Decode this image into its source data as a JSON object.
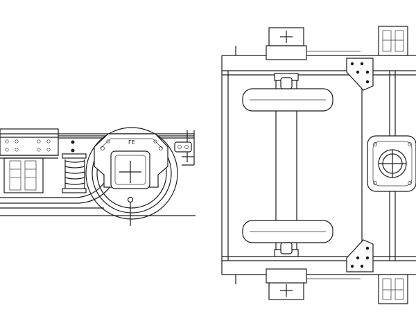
{
  "journal_box_marking": "ГЕ",
  "colors": {
    "line": "#1a1a1a",
    "background": "#ffffff"
  },
  "views": [
    {
      "name": "side-elevation"
    },
    {
      "name": "plan-view"
    }
  ]
}
